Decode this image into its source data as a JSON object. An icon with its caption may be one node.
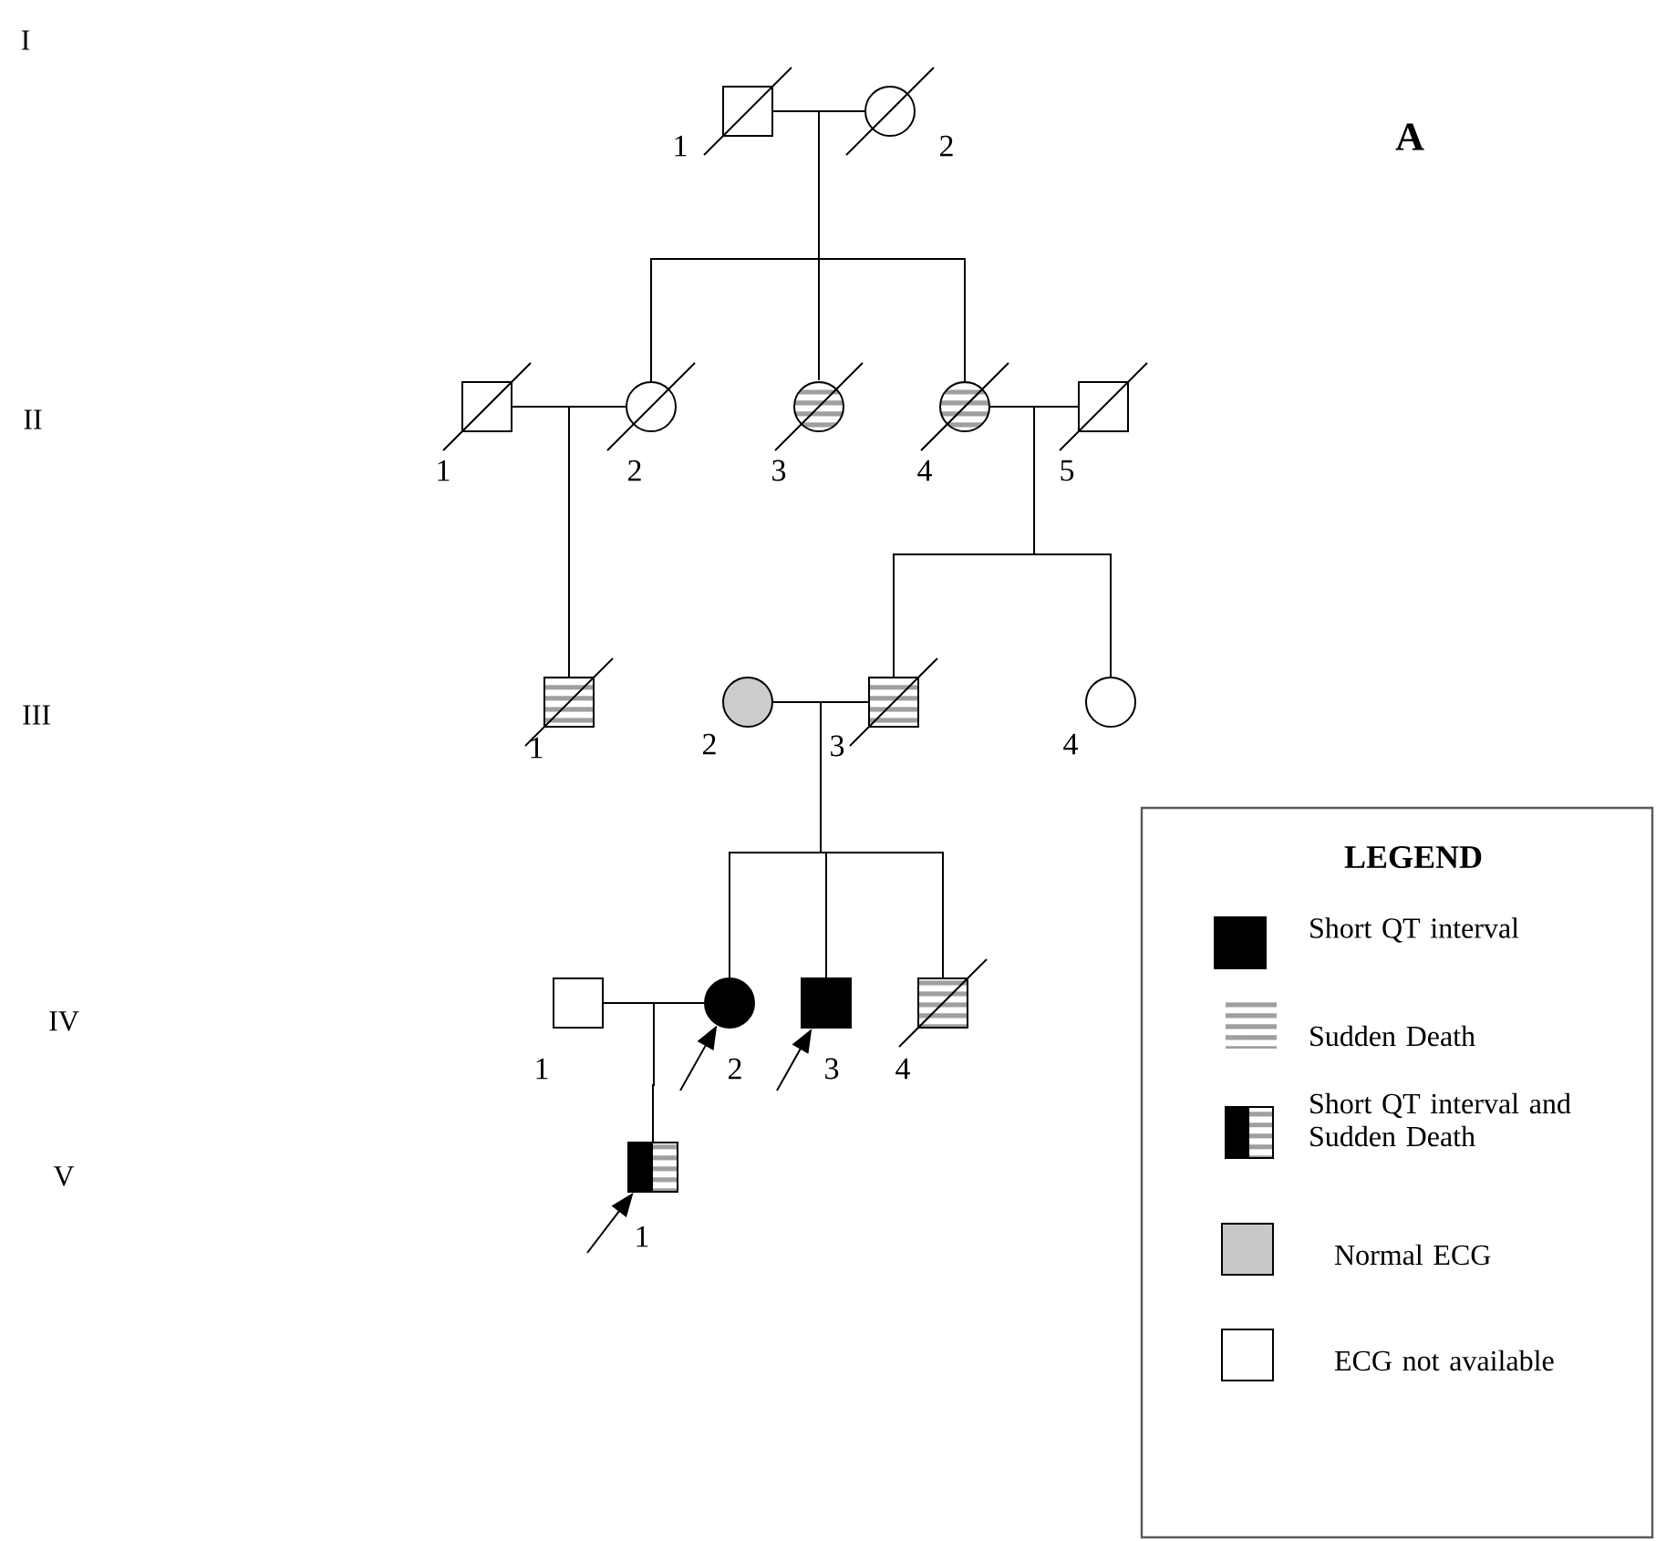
{
  "diagram": {
    "nodes": [
      {
        "text": [],
        "shape": "box",
        "beside": [
          "1"
        ]
      },
      {
        "text": [],
        "shape": "circle",
        "beside": [
          "2"
        ]
      },
      {
        "text": [],
        "shape": "box",
        "beside": [
          "1"
        ]
      },
      {
        "text": [],
        "shape": "circle",
        "beside": [
          "2"
        ]
      },
      {
        "text": [],
        "shape": "circle",
        "beside": [
          "3"
        ]
      },
      {
        "text": [],
        "shape": "circle",
        "beside": [
          "4"
        ]
      },
      {
        "text": [],
        "shape": "box",
        "beside": [
          "5"
        ]
      },
      {
        "text": [],
        "shape": "box",
        "beside": [
          "1"
        ]
      },
      {
        "text": [],
        "shape": "circle",
        "beside": [
          "2"
        ]
      },
      {
        "text": [],
        "shape": "box",
        "beside": [
          "3"
        ]
      },
      {
        "text": [],
        "shape": "circle",
        "beside": [
          "4"
        ]
      },
      {
        "text": [],
        "shape": "box",
        "beside": [
          "1"
        ]
      },
      {
        "text": [],
        "shape": "circle",
        "beside": [
          "2"
        ]
      },
      {
        "text": [],
        "shape": "box",
        "beside": [
          "3"
        ]
      },
      {
        "text": [],
        "shape": "box",
        "beside": [
          "4"
        ]
      },
      {
        "text": [],
        "shape": "box",
        "beside": [
          "1"
        ]
      }
    ],
    "edges": [
      {
        "from": 0,
        "to": 1,
        "arrow": "none"
      },
      {
        "from": 2,
        "to": 3,
        "arrow": "none"
      },
      {
        "from": 5,
        "to": 6,
        "arrow": "none"
      },
      {
        "from": 8,
        "to": 9,
        "arrow": "none"
      },
      {
        "from": 11,
        "to": 12,
        "arrow": "none"
      },
      {
        "from": 0,
        "to": 3,
        "arrow": "none"
      },
      {
        "from": 1,
        "to": 3,
        "arrow": "none"
      },
      {
        "from": 0,
        "to": 4,
        "arrow": "none"
      },
      {
        "from": 1,
        "to": 4,
        "arrow": "none"
      },
      {
        "from": 0,
        "to": 5,
        "arrow": "none"
      },
      {
        "from": 1,
        "to": 5,
        "arrow": "none"
      },
      {
        "from": 2,
        "to": 7,
        "arrow": "none"
      },
      {
        "from": 3,
        "to": 7,
        "arrow": "none"
      },
      {
        "from": 5,
        "to": 9,
        "arrow": "none"
      },
      {
        "from": 6,
        "to": 9,
        "arrow": "none"
      },
      {
        "from": 5,
        "to": 10,
        "arrow": "none"
      },
      {
        "from": 6,
        "to": 10,
        "arrow": "none"
      },
      {
        "from": 8,
        "to": 12,
        "arrow": "none"
      },
      {
        "from": 9,
        "to": 12,
        "arrow": "none"
      },
      {
        "from": 8,
        "to": 13,
        "arrow": "none"
      },
      {
        "from": 9,
        "to": 13,
        "arrow": "none"
      },
      {
        "from": 8,
        "to": 14,
        "arrow": "none"
      },
      {
        "from": 9,
        "to": 14,
        "arrow": "none"
      },
      {
        "from": 11,
        "to": 15,
        "arrow": "none"
      },
      {
        "from": 12,
        "to": 15,
        "arrow": "none"
      },
      {
        "from": null,
        "to": 12,
        "arrow": "to"
      },
      {
        "from": null,
        "to": 13,
        "arrow": "to"
      },
      {
        "from": null,
        "to": 15,
        "arrow": "to"
      }
    ],
    "labels": [
      "A",
      "I",
      "II",
      "III",
      "IV",
      "V",
      "LEGEND"
    ],
    "legend": [
      {
        "text": "Short QT interval",
        "color": "#000000"
      },
      {
        "text": "Sudden Death"
      },
      {
        "text": "Short QT interval and Sudden Death"
      },
      {
        "text": "Normal ECG",
        "color": "#c8c8c8"
      },
      {
        "text": "ECG not available"
      }
    ]
  }
}
